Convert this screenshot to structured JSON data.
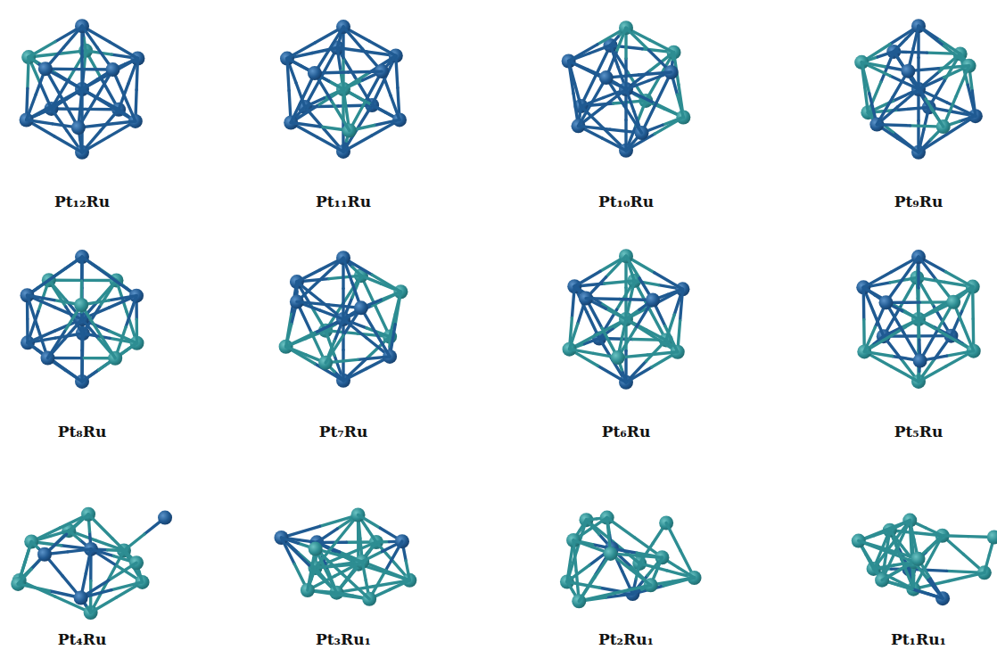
{
  "diagram": {
    "labels": [
      "Pt₁₂Ru",
      "Pt₁₁Ru",
      "Pt₁₀Ru",
      "Pt₉Ru",
      "Pt₈Ru",
      "Pt₇Ru",
      "Pt₆Ru",
      "Pt₅Ru",
      "Pt₄Ru",
      "Pt₃Ru₁",
      "Pt₂Ru₁",
      "Pt₁Ru₁"
    ]
  }
}
